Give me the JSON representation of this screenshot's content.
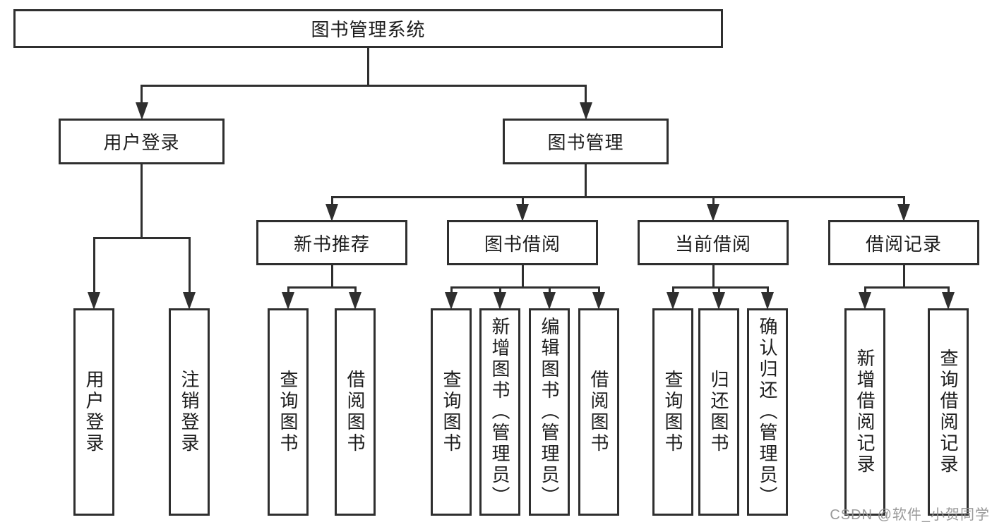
{
  "diagram": {
    "title": "图书管理系统",
    "watermark": "CSDN @软件_小贺同学",
    "colors": {
      "line": "#2f2f2f",
      "box_border": "#2f2f2f",
      "text": "#1c1c1c",
      "background": "#ffffff",
      "watermark": "#949494"
    },
    "nodes": [
      {
        "id": "root",
        "label": "图书管理系统"
      },
      {
        "id": "user-login",
        "label": "用户登录"
      },
      {
        "id": "book-mgmt",
        "label": "图书管理"
      },
      {
        "id": "new-book-rec",
        "label": "新书推荐"
      },
      {
        "id": "book-borrow",
        "label": "图书借阅"
      },
      {
        "id": "current-borrow",
        "label": "当前借阅"
      },
      {
        "id": "borrow-record",
        "label": "借阅记录"
      },
      {
        "id": "user-login-leaf",
        "label": "用户登录"
      },
      {
        "id": "logout",
        "label": "注销登录"
      },
      {
        "id": "query-book-1",
        "label": "查询图书"
      },
      {
        "id": "borrow-book-1",
        "label": "借阅图书"
      },
      {
        "id": "query-book-2",
        "label": "查询图书"
      },
      {
        "id": "add-book",
        "label": "新增图书（管理员）"
      },
      {
        "id": "edit-book",
        "label": "编辑图书（管理员）"
      },
      {
        "id": "borrow-book-2",
        "label": "借阅图书"
      },
      {
        "id": "query-book-3",
        "label": "查询图书"
      },
      {
        "id": "return-book",
        "label": "归还图书"
      },
      {
        "id": "confirm-return",
        "label": "确认归还（管理员）"
      },
      {
        "id": "add-borrow-record",
        "label": "新增借阅记录"
      },
      {
        "id": "query-borrow-record",
        "label": "查询借阅记录"
      }
    ],
    "edges": [
      {
        "parent": "root",
        "children": [
          "user-login",
          "book-mgmt"
        ]
      },
      {
        "parent": "user-login",
        "children": [
          "user-login-leaf",
          "logout"
        ]
      },
      {
        "parent": "book-mgmt",
        "children": [
          "new-book-rec",
          "book-borrow",
          "current-borrow",
          "borrow-record"
        ]
      },
      {
        "parent": "new-book-rec",
        "children": [
          "query-book-1",
          "borrow-book-1"
        ]
      },
      {
        "parent": "book-borrow",
        "children": [
          "query-book-2",
          "add-book",
          "edit-book",
          "borrow-book-2"
        ]
      },
      {
        "parent": "current-borrow",
        "children": [
          "query-book-3",
          "return-book",
          "confirm-return"
        ]
      },
      {
        "parent": "borrow-record",
        "children": [
          "add-borrow-record",
          "query-borrow-record"
        ]
      }
    ]
  }
}
